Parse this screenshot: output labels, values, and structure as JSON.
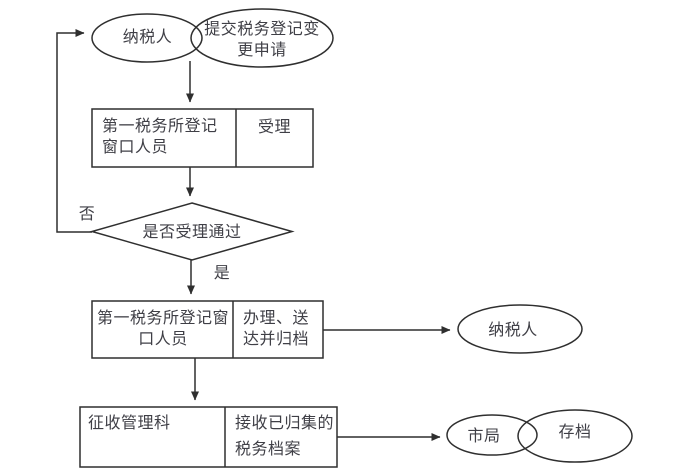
{
  "colors": {
    "stroke": "#2f2f2f",
    "text": "#3f3f46",
    "background": "#ffffff"
  },
  "flowchart": {
    "start": {
      "actor": "纳税人",
      "action": "提交税务登记变更申请"
    },
    "steps": [
      {
        "actor": "第一税务所登记窗口人员",
        "action": "受理"
      },
      {
        "decision": "是否受理通过",
        "yes_label": "是",
        "no_label": "否"
      },
      {
        "actor": "第一税务所登记窗口人员",
        "action": "办理、送达并归档",
        "output": "纳税人"
      },
      {
        "actor": "征收管理科",
        "action": "接收已归集的税务档案",
        "outputs": [
          "市局",
          "存档"
        ]
      }
    ]
  }
}
